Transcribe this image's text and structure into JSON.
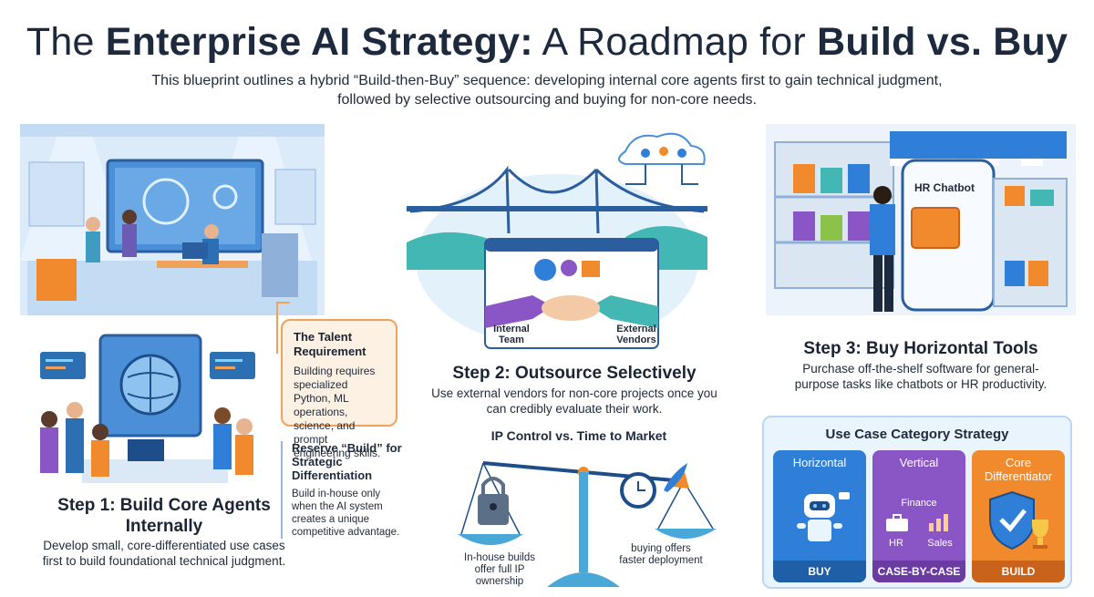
{
  "header": {
    "title_pre": "The ",
    "title_bold1": "Enterprise AI Strategy:",
    "title_mid": " A Roadmap for ",
    "title_bold2": "Build vs. Buy",
    "subtitle": "This blueprint outlines a hybrid “Build-then-Buy” sequence: developing internal core agents first to gain technical judgment, followed by selective outsourcing and buying for non-core needs."
  },
  "step1": {
    "heading": "Step 1: Build Core Agents Internally",
    "description": "Develop small, core-differentiated use cases first to build foundational technical judgment.",
    "talent_title": "The Talent Requirement",
    "talent_text": "Building requires specialized Python, ML operations, science, and prompt engineering skills.",
    "reserve_title": "Reserve “Build” for Strategic Differentiation",
    "reserve_text": "Build in-house only when the AI system creates a unique competitive advantage."
  },
  "step2": {
    "heading": "Step 2: Outsource Selectively",
    "description": "Use external vendors for non-core projects once you can credibly evaluate their work.",
    "internal_label": "Internal Team",
    "external_label": "External Vendors",
    "scale_title": "IP Control vs. Time to Market",
    "left_label": "In-house builds offer full IP ownership",
    "right_label": "buying offers faster deployment"
  },
  "step3": {
    "heading": "Step 3: Buy Horizontal Tools",
    "description": "Purchase off-the-shelf software for general-purpose tasks like chatbots or HR productivity.",
    "box_label": "HR Chatbot"
  },
  "use_case": {
    "title": "Use Case Category Strategy",
    "cards": [
      {
        "name": "Horizontal",
        "action": "BUY",
        "color": "#2f7ed8",
        "foot": "#1f5fa8"
      },
      {
        "name": "Vertical",
        "action": "CASE-BY-CASE",
        "color": "#8a55c4",
        "foot": "#6a3ba0"
      },
      {
        "name": "Core Differentiator",
        "action": "BUILD",
        "color": "#f08a2c",
        "foot": "#c9621a"
      }
    ],
    "vertical_labels": {
      "finance": "Finance",
      "hr": "HR",
      "sales": "Sales"
    }
  },
  "colors": {
    "blue": "#2f7ed8",
    "purple": "#8a55c4",
    "orange": "#f08a2c",
    "teal": "#43b7b3",
    "navy": "#1d2a3e"
  }
}
